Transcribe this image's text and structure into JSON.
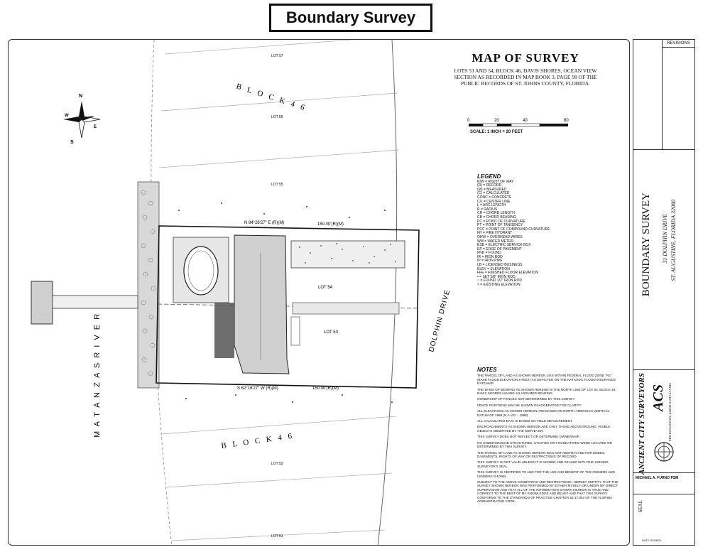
{
  "header": {
    "title": "Boundary Survey"
  },
  "map": {
    "title": "MAP OF SURVEY",
    "subtitle_lines": [
      "LOTS 53 AND 54, BLOCK 46, DAVIS SHORES, OCEAN VIEW",
      "SECTION AS RECORDED IN MAP BOOK 3, PAGE 99 OF THE",
      "PUBLIC RECORDS OF ST. JOHNS COUNTY, FLORIDA."
    ],
    "scale": {
      "ticks": [
        "0",
        "20",
        "40",
        "80"
      ],
      "label": "SCALE: 1 INCH = 20 FEET"
    },
    "labels": {
      "block_top": "B L O C K   4 6",
      "block_bottom": "B L O C K   4 6",
      "river": "M A T A N Z A S     R I V E R",
      "drive": "DOLPHIN DRIVE",
      "lot54": "LOT 54",
      "lot53": "LOT 53",
      "bearing_north": "N 84°28'27\" E (R)(M)",
      "dist_north": "150.00'(R)(M)",
      "bearing_south": "S 62°16'27\" W (R)(M)",
      "dist_south": "150.00'(R)(M)",
      "compass_n": "N",
      "compass_s": "S",
      "compass_e": "E",
      "compass_w": "W",
      "lot_57": "LOT 57",
      "lot_56": "LOT 56",
      "lot_55": "LOT 55",
      "lot_52": "LOT 52",
      "lot_51": "LOT 51"
    },
    "legend": {
      "heading": "LEGEND",
      "items": [
        "R/W = RIGHT OF WAY",
        "(R) = RECORD",
        "(M) = MEASURED",
        "(C) = CALCULATED",
        "CONC = CONCRETE",
        "C/L = CENTER LINE",
        "L = ARC LENGTH",
        "R = RADIUS",
        "CH = CHORD LENGTH",
        "CB = CHORD BEARING",
        "PC = POINT OF CURVATURE",
        "PT = POINT OF TANGENCY",
        "PCC = POINT OF COMPOUND CURVATURE",
        "FH = FIRE HYDRANT",
        "OHW = OVERHEAD WIRES",
        "WM = WATER METER",
        "ESB = ELECTRIC SERVICE BOX",
        "EP = EDGE OF PAVEMENT",
        "FND = FOUND",
        "IR = IRON ROD",
        "IP = IRON PIPE",
        "LB = LICENSED BUSINESS",
        "ELEV = ELEVATION",
        "FFE = FINISHED FLOOR ELEVATION",
        "• = SET 5/8\" IRON ROD",
        "○ = FOUND 1/2\" IRON ROD",
        "× = EXISTING ELEVATION"
      ]
    },
    "notes": {
      "heading": "NOTES",
      "items": [
        "THE PARCEL OF LAND AS SHOWN HEREON LIES WITHIN FEDERAL FLOOD ZONE \"AE\" (BASE FLOOD ELEVATION 8 FEET) AS DEPICTED ON THE NATIONAL FLOOD INSURANCE RATE MAP.",
        "THE BASIS OF BEARING AS SHOWN HEREON IS THE NORTH LINE OF LOT 54, BLOCK 46, DAVIS SHORES HAVING AN ASSUMED BEARING.",
        "OWNERSHIP OF FENCES NOT DETERMINED BY THIS SURVEY.",
        "FENCE POSITIONS MAY BE SHOWN EXAGGERATED FOR CLARITY.",
        "ALL ELEVATIONS AS SHOWN HEREON ARE BASED ON NORTH AMERICAN VERTICAL DATUM OF 1988 (N.A.V.D. - 1988).",
        "ALL CALCULATED DATA IS BASED ON FIELD MEASUREMENT.",
        "ENCROACHMENTS AS SHOWN HEREON ARE ONLY THOSE ABOVEGROUND, VISIBLE OBJECTS OBSERVED BY THE SURVEYOR.",
        "THIS SURVEY DOES NOT REFLECT OR DETERMINE OWNERSHIP.",
        "NO UNDERGROUND STRUCTURES, UTILITIES OR FOUNDATIONS WERE LOCATED OR DETERMINED BY THIS SURVEY.",
        "THE PARCEL OF LAND AS SHOWN HEREON WAS NOT ABSTRACTED FOR DEEDS, EASEMENTS, RIGHTS OF WAY OR RESTRICTIONS OF RECORD.",
        "THIS SURVEY IS NOT VALID UNLESS IT IS SIGNED AND SEALED WITH THE SIGNING SURVEYOR'S SEAL.",
        "THIS SURVEY IS CERTIFIED TO AND FOR THE USE AND BENEFIT OF THE OWNERS AND LENDERS SHOWN.",
        "SUBJECT TO THE ABOVE CONDITIONS AND RESTRICTIONS I HEREBY CERTIFY THAT THE SURVEY SHOWN HEREON WAS PERFORMED BY EITHER MYSELF OR UNDER MY DIRECT SUPERVISION AND THAT ALL OF THE INFORMATION SHOWN HEREON IS TRUE AND CORRECT TO THE BEST OF MY KNOWLEDGE AND BELIEF AND THAT THIS SURVEY CONFORMS TO THE STANDARDS OF PRACTICE CHAPTER 5J-17.052 OF THE FLORIDA ADMINISTRATIVE CODE."
      ]
    }
  },
  "titleblock": {
    "revisions": "REVISIONS",
    "survey_title": "BOUNDARY SURVEY",
    "address_line1": "31 DOLPHIN DRIVE",
    "address_line2": "ST. AUGUSTINE, FLORIDA 32080",
    "company": "ANCIENT CITY SURVEYORS",
    "company_abbr": "ACS",
    "company_sub": "PROFESSIONAL LAND SURVEYORS",
    "signer": "MICHAEL A. FURNO PSM",
    "seal": "SEAL",
    "date_label": "DATE SIGNED:"
  }
}
